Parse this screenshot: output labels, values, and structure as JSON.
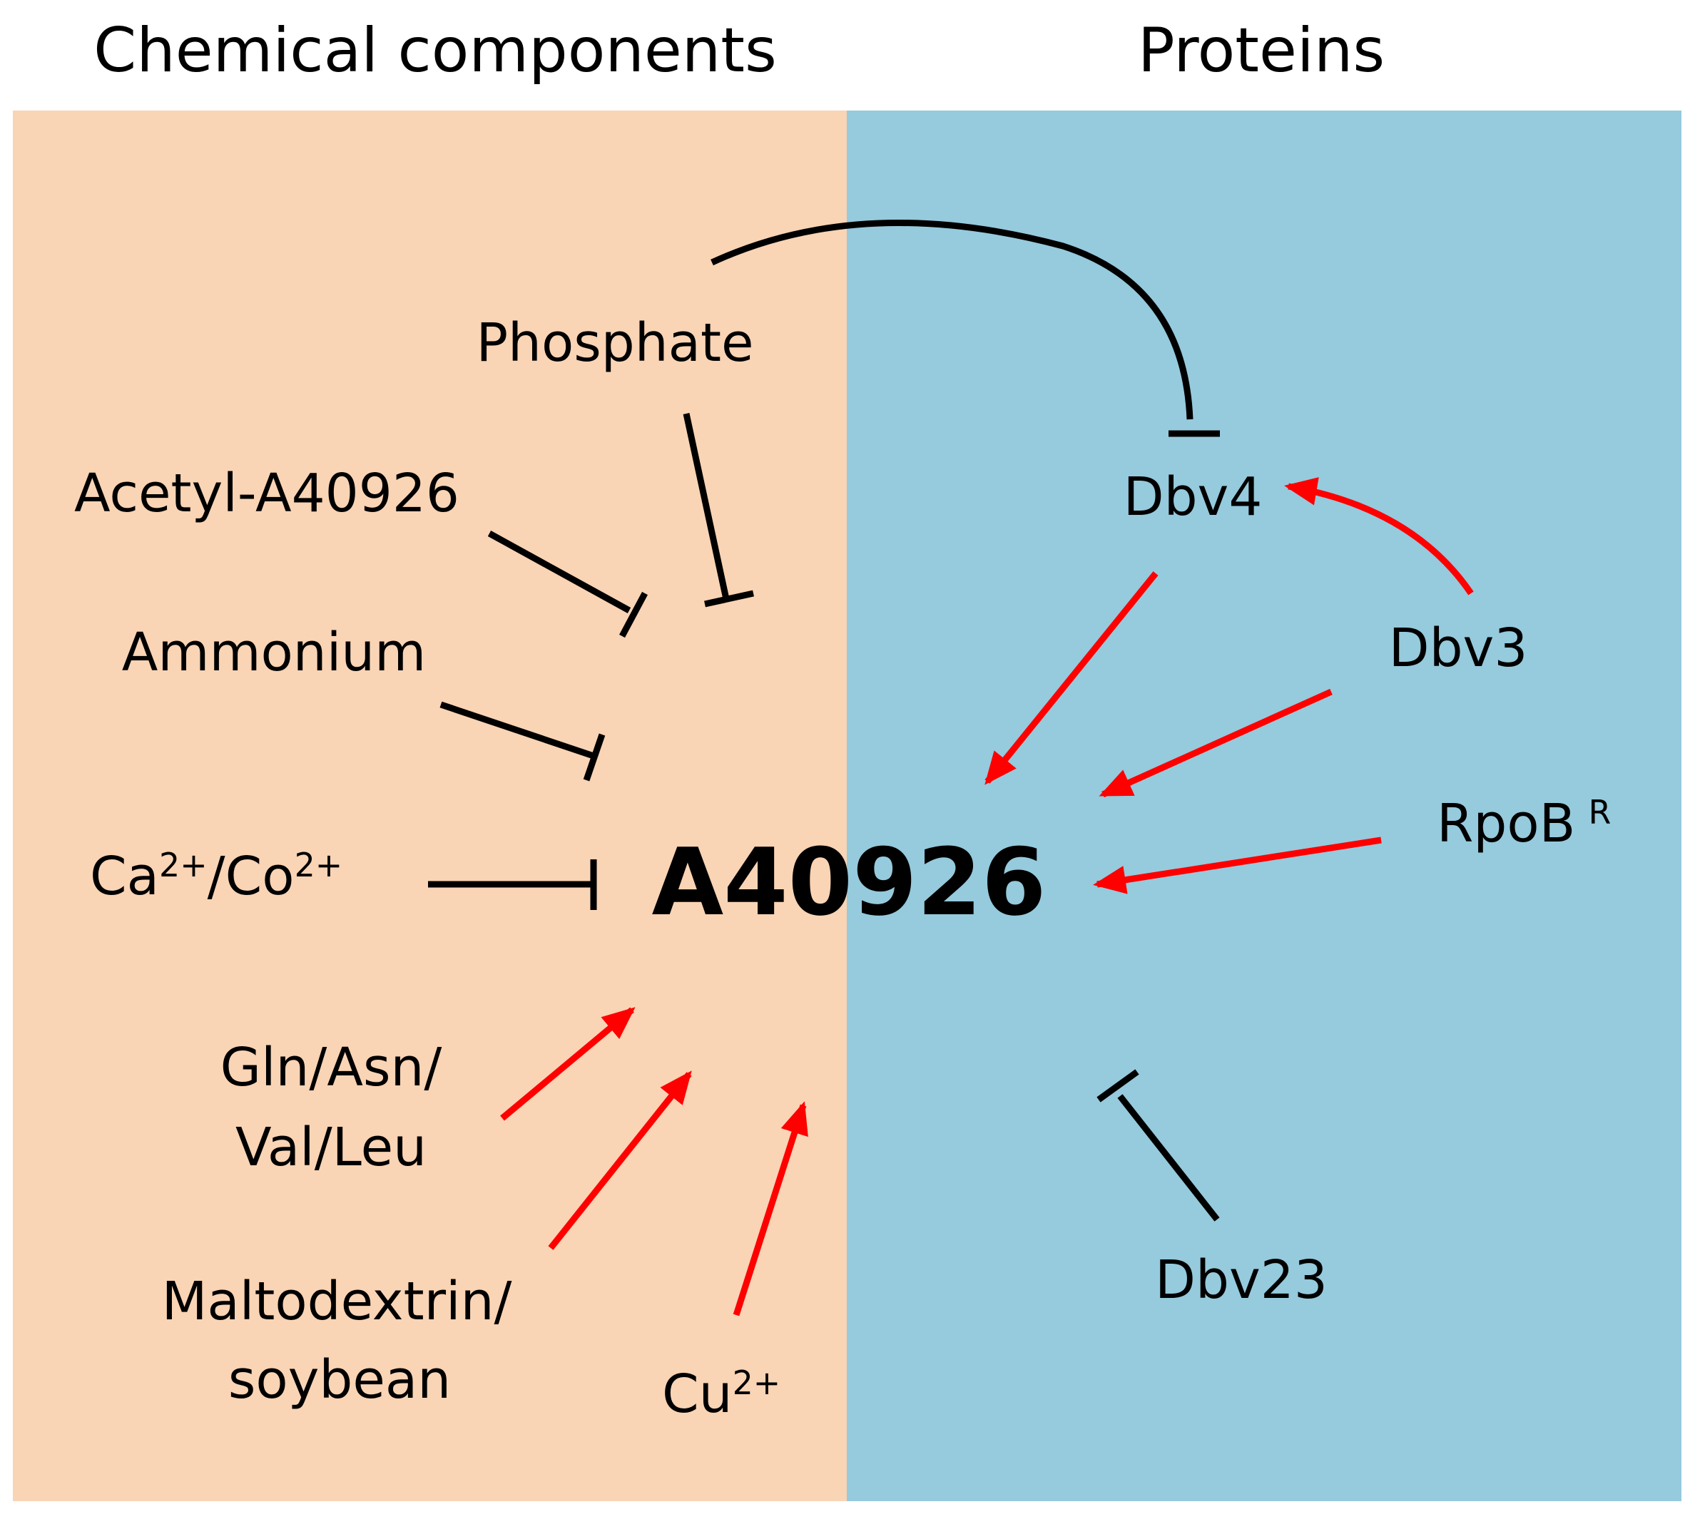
{
  "headings": {
    "left": "Chemical components",
    "right": "Proteins"
  },
  "colors": {
    "left_panel": "#f9d4b5",
    "right_panel": "#96cadd",
    "inhibit": "#000000",
    "activate": "#ff0000"
  },
  "center": "A40926",
  "chemicals": {
    "phosphate": "Phosphate",
    "acetyl": "Acetyl-A40926",
    "ammonium": "Ammonium",
    "ca_base": "Ca",
    "ca_sup": "2+",
    "co_base": "/Co",
    "co_sup": "2+",
    "aa_line1": "Gln/Asn/",
    "aa_line2": "Val/Leu",
    "malto_line1": "Maltodextrin/",
    "malto_line2": "soybean",
    "cu_base": "Cu",
    "cu_sup": "2+"
  },
  "proteins": {
    "dbv4": "Dbv4",
    "dbv3": "Dbv3",
    "rpob_base": "RpoB",
    "rpob_sup": "R",
    "dbv23": "Dbv23"
  },
  "edges": [
    {
      "from": "Phosphate",
      "to": "Dbv4",
      "type": "inhibit"
    },
    {
      "from": "Phosphate",
      "to": "A40926",
      "type": "inhibit"
    },
    {
      "from": "Acetyl-A40926",
      "to": "A40926",
      "type": "inhibit"
    },
    {
      "from": "Ammonium",
      "to": "A40926",
      "type": "inhibit"
    },
    {
      "from": "Ca2+/Co2+",
      "to": "A40926",
      "type": "inhibit"
    },
    {
      "from": "Gln/Asn/Val/Leu",
      "to": "A40926",
      "type": "activate"
    },
    {
      "from": "Maltodextrin/soybean",
      "to": "A40926",
      "type": "activate"
    },
    {
      "from": "Cu2+",
      "to": "A40926",
      "type": "activate"
    },
    {
      "from": "Dbv3",
      "to": "Dbv4",
      "type": "activate"
    },
    {
      "from": "Dbv4",
      "to": "A40926",
      "type": "activate"
    },
    {
      "from": "Dbv3",
      "to": "A40926",
      "type": "activate"
    },
    {
      "from": "RpoB R",
      "to": "A40926",
      "type": "activate"
    },
    {
      "from": "Dbv23",
      "to": "A40926",
      "type": "inhibit"
    }
  ]
}
